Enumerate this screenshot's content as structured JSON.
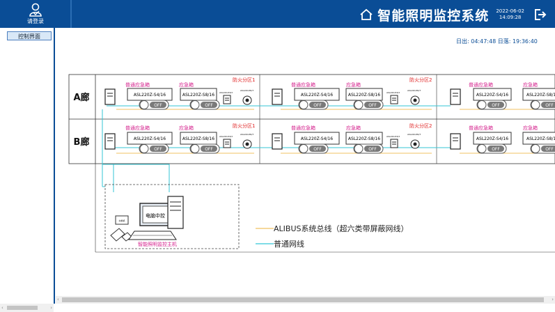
{
  "header": {
    "login_label": "请登录",
    "title": "智能照明监控系统",
    "date": "2022-06-02",
    "time": "14:09:28"
  },
  "sidebar": {
    "items": [
      {
        "label": "控制界面"
      }
    ]
  },
  "sun": {
    "sunrise": "日出: 04:47:48",
    "sunset": "日落: 19:36:40"
  },
  "diagram": {
    "rows": [
      {
        "label": "A廊"
      },
      {
        "label": "B廊"
      }
    ],
    "zones": [
      {
        "label": "防火分区1"
      },
      {
        "label": "防火分区2"
      }
    ],
    "box_normal_label": "普通应急箱",
    "box_emergency_label": "应急箱",
    "module_s4": "ASL220Z-S4/16",
    "module_s8": "ASL220Z-S8/16",
    "tiny_module_a": "ASL220-P4/3",
    "tiny_module_b": "ASL220-PR/T",
    "toggle_label": "OFF",
    "host_label": "智能照明监控主机",
    "pc_label": "电脑中控",
    "tiny_device_label": "交换机",
    "legend_bus": "ALIBUS系统总线（超六类带屏蔽网线）",
    "legend_net": "普通网线",
    "colors": {
      "bus_line": "#f0c060",
      "net_line": "#33c6d6",
      "zone_text": "#e02020",
      "box_text": "#d4208c"
    }
  }
}
